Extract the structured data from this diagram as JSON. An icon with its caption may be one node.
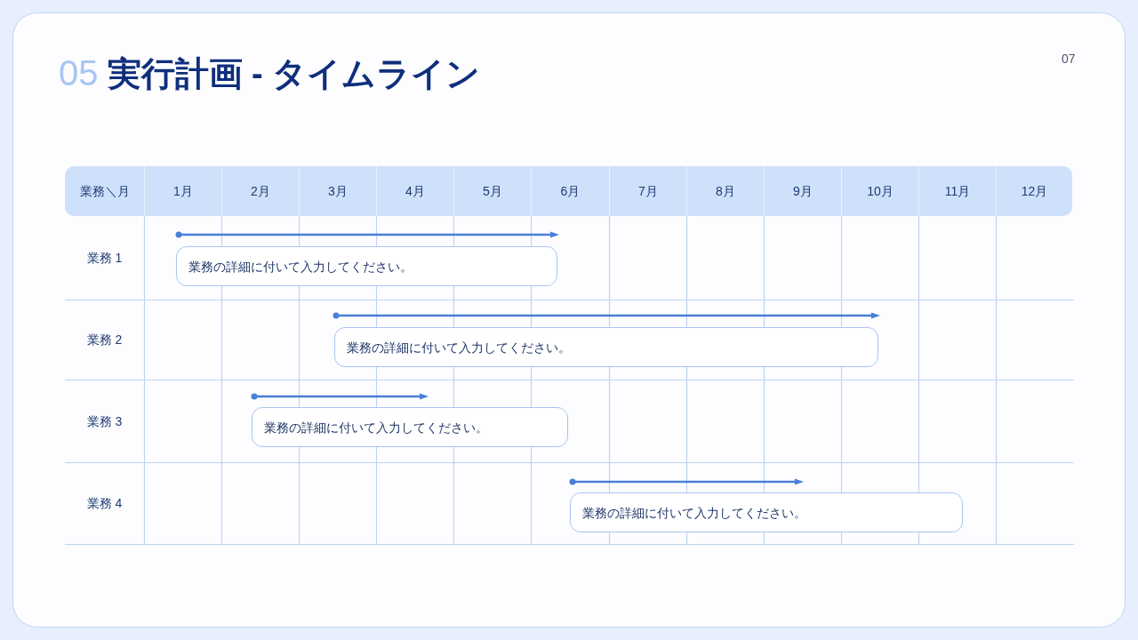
{
  "diagram": {
    "title": "実行計画 - タイムライン",
    "nodes": [
      {
        "text": [
          "業務の詳細に付いて入力してください。"
        ]
      },
      {
        "text": [
          "業務の詳細に付いて入力してください。"
        ]
      },
      {
        "text": [
          "業務の詳細に付いて入力してください。"
        ]
      },
      {
        "text": [
          "業務の詳細に付いて入力してください。"
        ]
      }
    ],
    "labels": [
      "05",
      "07",
      "業務＼月",
      "1月",
      "2月",
      "3月",
      "4月",
      "5月",
      "6月",
      "7月",
      "8月",
      "9月",
      "10月",
      "11月",
      "12月",
      "業務 1",
      "業務 2",
      "業務 3",
      "業務 4"
    ]
  }
}
